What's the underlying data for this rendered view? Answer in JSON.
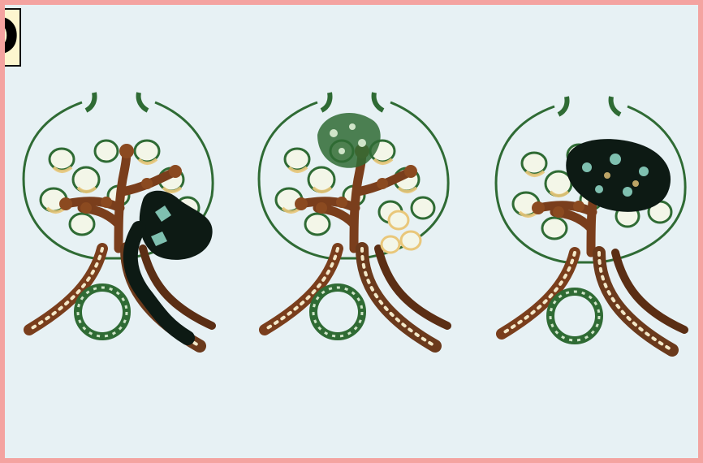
{
  "figure": {
    "panel_label": "D",
    "diagrams": [
      {
        "id": "lobule-1",
        "lesion": "dark-mass-lower-right"
      },
      {
        "id": "lobule-2",
        "lesion": "mottled-top-cluster"
      },
      {
        "id": "lobule-3",
        "lesion": "dark-mass-upper-right"
      }
    ]
  },
  "colors": {
    "border": "#f4a3a0",
    "background": "#e7f1f4",
    "outline_green": "#2f6b34",
    "vessel_brown": "#7a3e1c",
    "alveolus_yellow": "#e9c77a",
    "lesion_dark": "#0d1a14",
    "lesion_teal": "#7fc0b0"
  }
}
